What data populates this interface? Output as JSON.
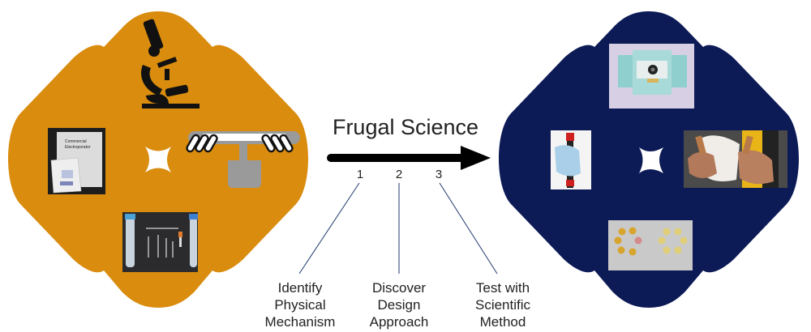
{
  "title": "Frugal Science",
  "colors": {
    "left_panel": "#d98c0e",
    "right_panel": "#0c1a56",
    "arrow": "#000000",
    "leader": "#1f3a6e"
  },
  "steps": [
    {
      "number": "1",
      "lines": [
        "Identify",
        "Physical",
        "Mechanism"
      ]
    },
    {
      "number": "2",
      "lines": [
        "Discover",
        "Design",
        "Approach"
      ]
    },
    {
      "number": "3",
      "lines": [
        "Test with",
        "Scientific",
        "Method"
      ]
    }
  ],
  "left_panel": {
    "items": [
      {
        "name": "microscope-icon"
      },
      {
        "name": "electroporator-photo",
        "caption_lines": [
          "Commercial",
          "Electroporator"
        ]
      },
      {
        "name": "paperclip-centrifuge-icon"
      },
      {
        "name": "lab-tubes-photo"
      }
    ]
  },
  "right_panel": {
    "items": [
      {
        "name": "paper-microscope-photo"
      },
      {
        "name": "gloved-hand-photo"
      },
      {
        "name": "paperfuge-hands-photo"
      },
      {
        "name": "droplet-array-photo"
      }
    ]
  }
}
